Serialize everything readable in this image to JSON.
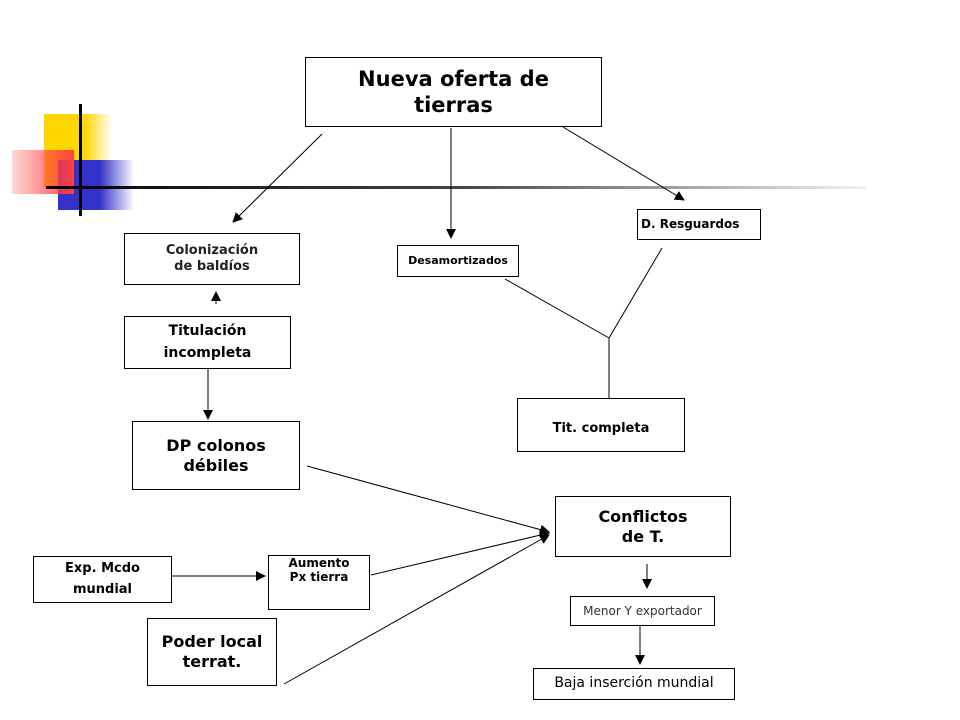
{
  "slide": {
    "nodes": {
      "nueva_oferta": "Nueva oferta de\ntierras",
      "colonizacion": "Colonización\nde baldíos",
      "desamortizados": "Desamortizados",
      "resguardos": "D. Resguardos",
      "titulacion": "Titulación\nincompleta",
      "tit_completa": "Tit. completa",
      "dp_colonos": "DP colonos\ndébiles",
      "conflictos": "Conflictos\nde T.",
      "exp_mcdo": "Exp. Mcdo\nmundial",
      "aumento": "Aumento\nPx tierra",
      "poder_local": "Poder local\nterrat.",
      "menor_y": "Menor Y exportador",
      "baja_insercion": "Baja inserción mundial"
    },
    "deco_colors": {
      "yellow": "#FFD700",
      "red": "#FF4040",
      "blue": "#3333CC",
      "line": "#000000"
    }
  }
}
